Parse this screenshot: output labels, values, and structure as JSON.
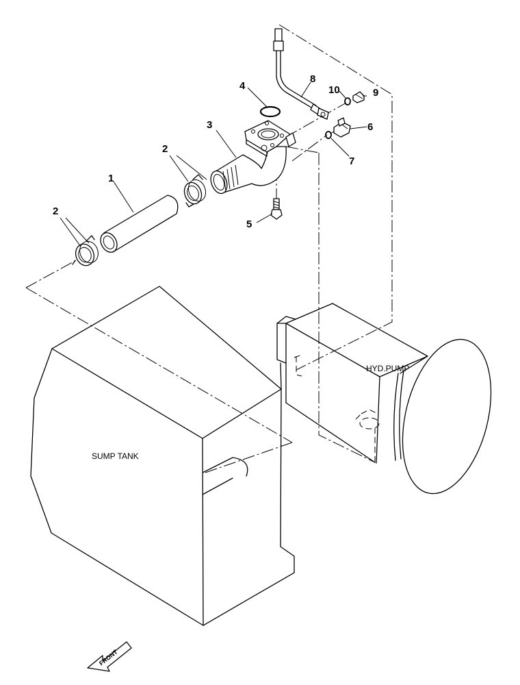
{
  "labels": {
    "sump_tank": "SUMP TANK",
    "hyd_pump": "HYD.PUMP",
    "front": "FRONT"
  },
  "callouts": {
    "c1": "1",
    "c2a": "2",
    "c2b": "2",
    "c3": "3",
    "c4": "4",
    "c5": "5",
    "c6": "6",
    "c7": "7",
    "c8": "8",
    "c9": "9",
    "c10": "10"
  }
}
